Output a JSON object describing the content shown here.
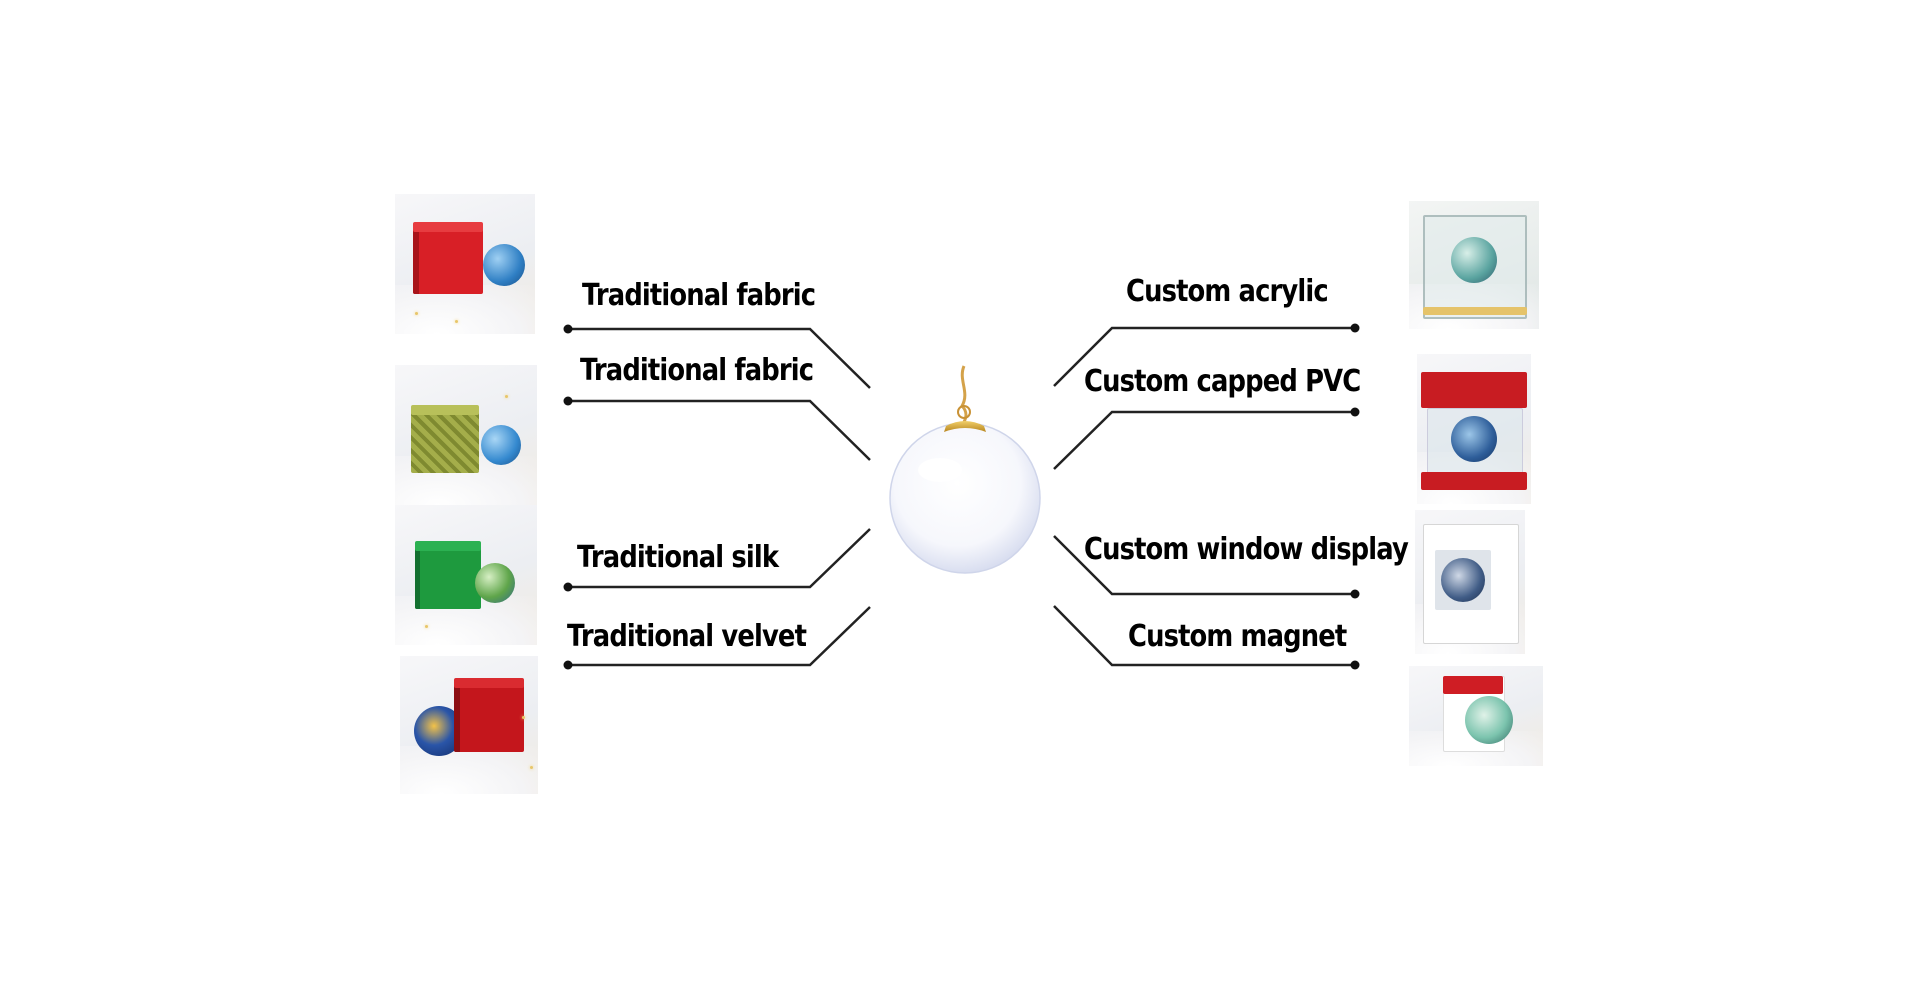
{
  "diagram": {
    "left_labels": [
      "Traditional fabric",
      "Traditional fabric",
      "Traditional silk",
      "Traditional velvet"
    ],
    "right_labels": [
      "Custom acrylic",
      "Custom capped PVC",
      "Custom window display",
      "Custom magnet"
    ]
  },
  "colors": {
    "line": "#222222",
    "red_box": "#d81f26",
    "patterned_box": "#8e9a3c",
    "green_box": "#1e9a3e",
    "velvet_box": "#c4161c",
    "ornament_blue": "#2f7fc4",
    "gold_cap": "#d7a733"
  }
}
